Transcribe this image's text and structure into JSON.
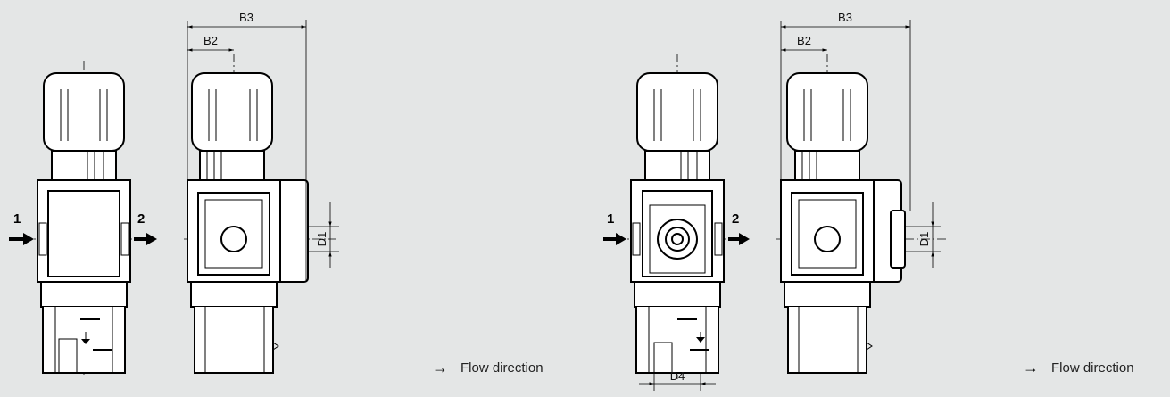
{
  "views": {
    "left": {
      "dimensions": {
        "b3": "B3",
        "b2": "B2",
        "d1": "D1"
      },
      "ports": {
        "inlet": "1",
        "outlet": "2"
      }
    },
    "right": {
      "dimensions": {
        "b3": "B3",
        "b2": "B2",
        "d1": "D1",
        "d4": "D4"
      },
      "ports": {
        "inlet": "1",
        "outlet": "2"
      }
    }
  },
  "legend": {
    "arrow_icon": "→",
    "text": "Flow direction"
  }
}
